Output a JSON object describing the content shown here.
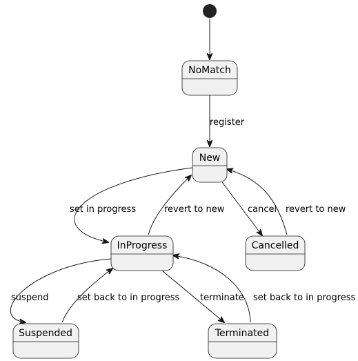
{
  "states": {
    "nomatch": "NoMatch",
    "new": "New",
    "inprogress": "InProgress",
    "cancelled": "Cancelled",
    "suspended": "Suspended",
    "terminated": "Terminated"
  },
  "transitions": {
    "register": "register",
    "set_in_progress": "set in progress",
    "revert_to_new_from_inprogress": "revert to new",
    "cancel": "cancel",
    "revert_to_new_from_cancelled": "revert to new",
    "suspend": "suspend",
    "set_back_from_suspended": "set back to in progress",
    "terminate": "terminate",
    "set_back_from_terminated": "set back to in progress"
  },
  "colors": {
    "state_fill": "#f1f1f1",
    "stroke": "#181818",
    "start_dot": "#222222"
  }
}
